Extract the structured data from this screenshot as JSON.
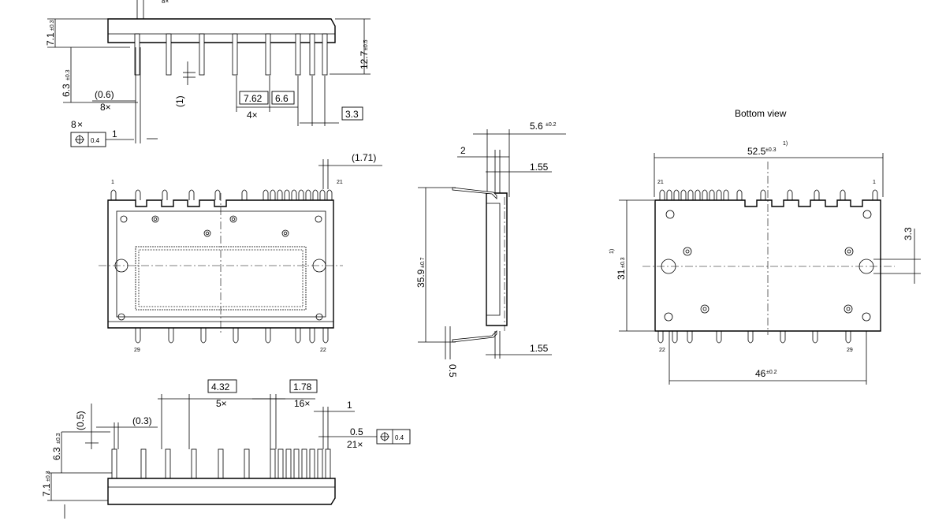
{
  "title": "Bottom view",
  "views": {
    "top_side": {
      "pin_count_label": "8×",
      "height_pin": "7.1",
      "height_pin_tol": "±0.3",
      "pin_len": "6.3",
      "pin_len_tol": "±0.3",
      "pin_width": "(0.6)",
      "pin_width_count": "8×",
      "pin_foot": "(1)",
      "pitch_a": "7.62",
      "pitch_b": "6.6",
      "pitch_count": "4×",
      "offset": "3.3",
      "total_h": "12.7",
      "total_h_tol": "±0.5",
      "pos_count": "8",
      "pos_tol": "0.4",
      "pos_len": "1"
    },
    "front": {
      "lead_dim": "(1.71)",
      "pin_left": "1",
      "pin_right": "21",
      "pin_bottom_left": "29",
      "pin_bottom_right": "22"
    },
    "side": {
      "thickness": "5.6",
      "thickness_tol": "±0.2",
      "lead_off": "2",
      "lead_top": "1.55",
      "height": "35.9",
      "height_tol": "±0.7",
      "lead_bottom": "1.55",
      "lead_thick": "0.5"
    },
    "bottom": {
      "width": "52.5",
      "width_tol": "±0.3",
      "width_note": "1)",
      "height": "31",
      "height_tol": "±0.3",
      "height_note": "1)",
      "hole_offset": "3.3",
      "hole_span": "46",
      "hole_span_tol": "±0.2",
      "pin_top_left": "21",
      "pin_top_right": "1",
      "pin_bottom_left": "22",
      "pin_bottom_right": "29"
    },
    "lower_side": {
      "pin_len": "6.3",
      "pin_len_tol": "±0.3",
      "base_h": "7.1",
      "base_h_tol": "±0.3",
      "gap_a": "(0.5)",
      "gap_b": "(0.3)",
      "pitch_a": "4.32",
      "pitch_a_count": "5×",
      "pitch_b": "1.78",
      "pitch_b_count": "16×",
      "end_len": "1",
      "pin_w": "0.5",
      "pin_w_count": "21×",
      "pos_tol": "0.4"
    }
  }
}
